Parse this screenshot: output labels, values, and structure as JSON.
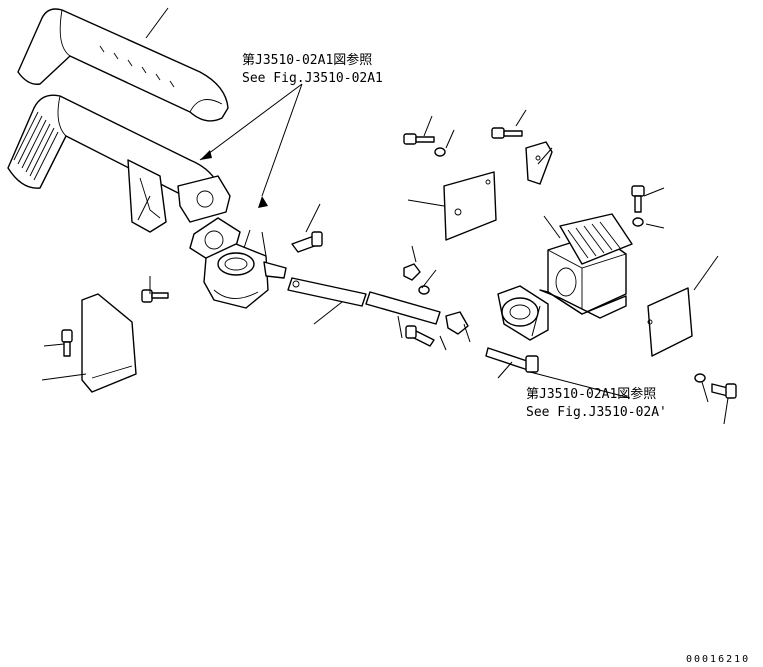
{
  "references": [
    {
      "jp": "第J3510-02A1図参照",
      "en": "See Fig.J3510-02A1"
    },
    {
      "jp": "第J3510-02A1図参照",
      "en": "See Fig.J3510-02A'"
    }
  ],
  "figure_number": "00016210"
}
